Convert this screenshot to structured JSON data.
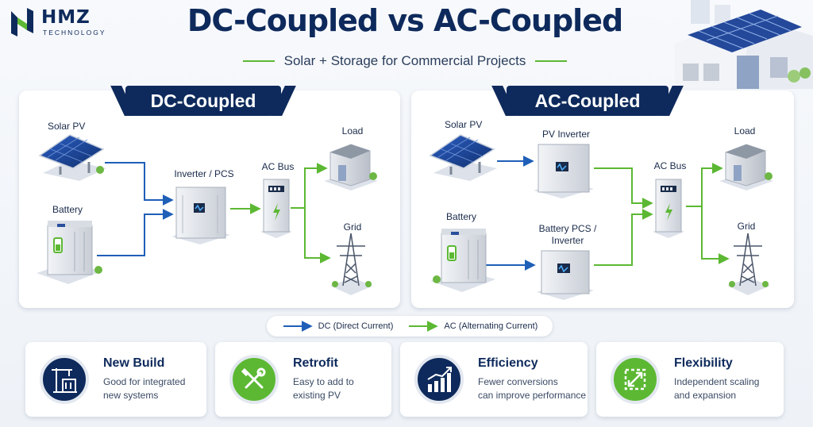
{
  "brand": {
    "name": "HMZ",
    "tagline": "TECHNOLOGY"
  },
  "header": {
    "title": "DC-Coupled vs AC-Coupled",
    "subtitle": "Solar + Storage for Commercial Projects"
  },
  "dc_panel": {
    "title": "DC-Coupled",
    "nodes": {
      "solar": "Solar PV",
      "battery": "Battery",
      "inverter": "Inverter / PCS",
      "acbus": "AC Bus",
      "load": "Load",
      "grid": "Grid"
    }
  },
  "ac_panel": {
    "title": "AC-Coupled",
    "nodes": {
      "solar": "Solar PV",
      "pv_inverter": "PV Inverter",
      "battery": "Battery",
      "battery_pcs_line1": "Battery PCS /",
      "battery_pcs_line2": "Inverter",
      "acbus": "AC Bus",
      "load": "Load",
      "grid": "Grid"
    }
  },
  "legend": {
    "dc": "DC (Direct Current)",
    "ac": "AC (Alternating Current)"
  },
  "cards": [
    {
      "title": "New Build",
      "line1": "Good for integrated",
      "line2": "new systems",
      "icon": "building-crane-icon"
    },
    {
      "title": "Retrofit",
      "line1": "Easy to add to",
      "line2": "existing PV",
      "icon": "tools-icon"
    },
    {
      "title": "Efficiency",
      "line1": "Fewer conversions",
      "line2": "can improve performance",
      "icon": "growth-chart-icon"
    },
    {
      "title": "Flexibility",
      "line1": "Independent scaling",
      "line2": "and expansion",
      "icon": "expand-arrows-icon"
    }
  ],
  "colors": {
    "navy": "#0e2a5c",
    "green": "#5cb833",
    "dc_arrow": "#1f5fb8",
    "ac_arrow": "#5cb833"
  }
}
